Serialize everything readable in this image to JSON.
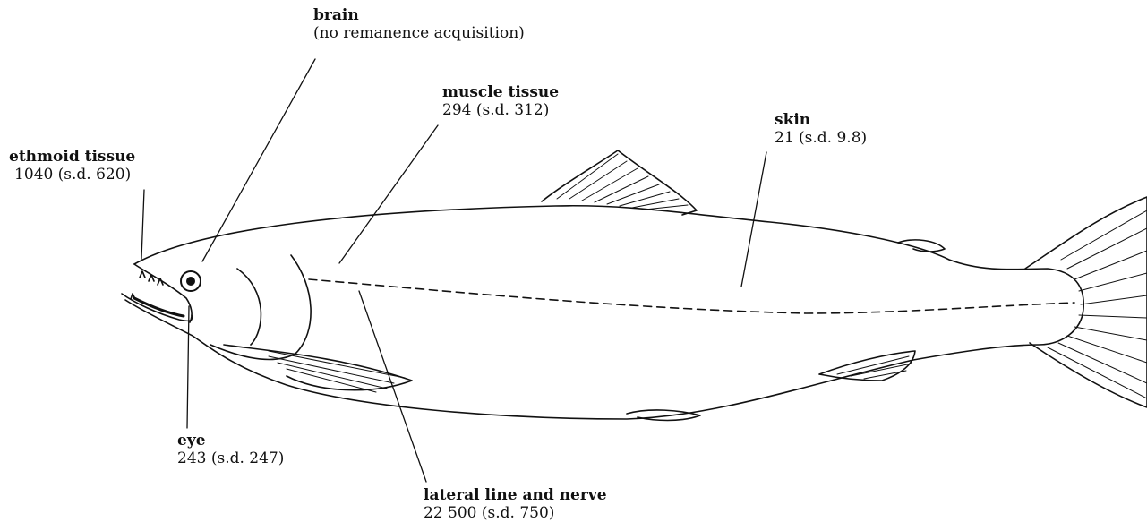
{
  "labels": {
    "brain": {
      "name": "brain",
      "value": "(no remanence acquisition)"
    },
    "muscle": {
      "name": "muscle tissue",
      "value": "294 (s.d. 312)"
    },
    "skin": {
      "name": "skin",
      "value": "21 (s.d. 9.8)"
    },
    "ethmoid": {
      "name": "ethmoid tissue",
      "value": "1040 (s.d. 620)"
    },
    "eye": {
      "name": "eye",
      "value": "243 (s.d. 247)"
    },
    "lateral": {
      "name": "lateral line and nerve",
      "value": "22 500 (s.d. 750)"
    }
  }
}
